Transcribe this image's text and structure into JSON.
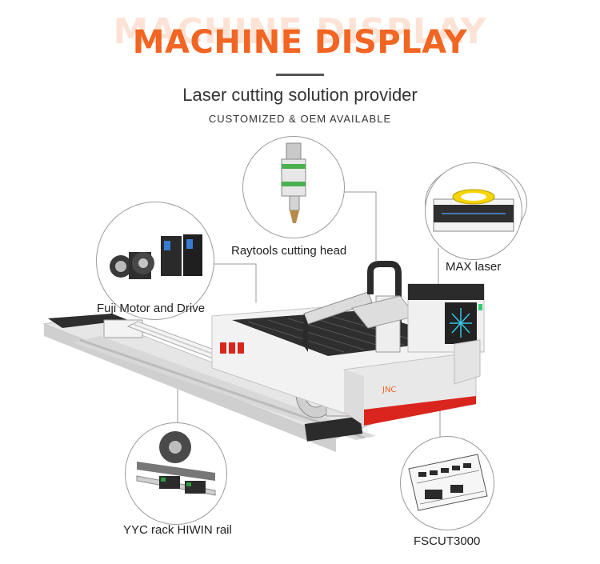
{
  "header": {
    "ghost_title": "MACHINE DISPLAY",
    "title": "MACHINE DISPLAY",
    "subtitle": "Laser cutting solution provider",
    "tagline": "CUSTOMIZED & OEM AVAILABLE"
  },
  "callouts": {
    "cutting_head": "Raytools cutting head",
    "motor": "Fuji Motor and Drive",
    "laser": "MAX laser",
    "rail": "YYC rack  HIWIN rail",
    "controller": "FSCUT3000"
  },
  "colors": {
    "accent": "#f26522",
    "machine_red": "#d9251d",
    "machine_dark": "#2b2b2b",
    "machine_light": "#eeeeee"
  }
}
